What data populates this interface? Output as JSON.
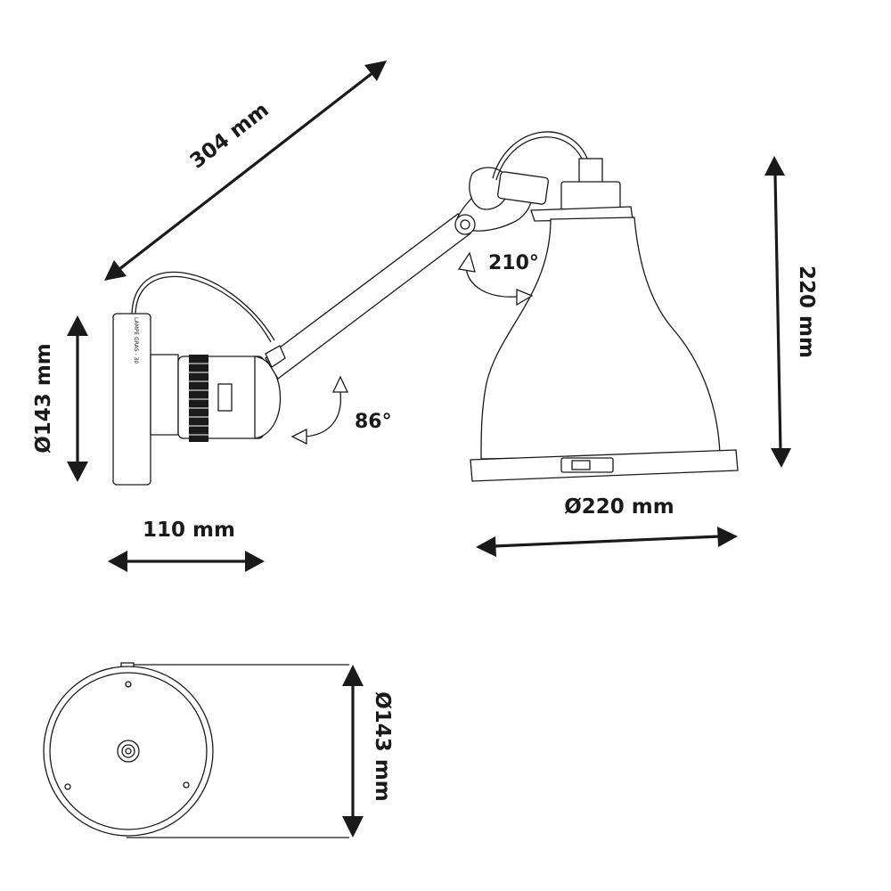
{
  "labels": {
    "arm_length": "304 mm",
    "angle_shade": "210°",
    "shade_height": "220 mm",
    "backplate_diameter": "Ø143 mm",
    "angle_base": "86°",
    "shade_diameter": "Ø220 mm",
    "base_depth": "110 mm",
    "top_view_diameter": "Ø143 mm",
    "backplate_marking": "LAMPE GRAS - 30"
  }
}
